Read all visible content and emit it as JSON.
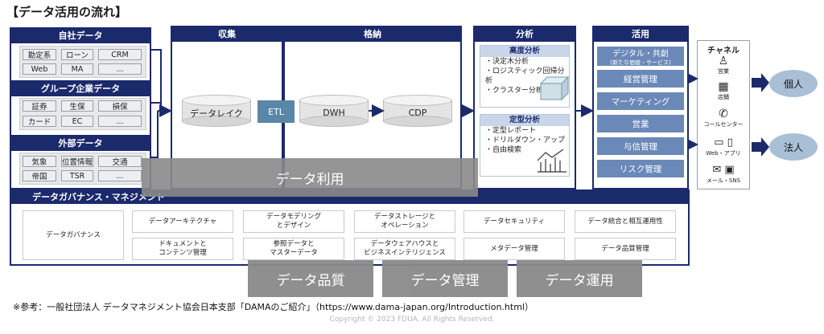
{
  "title": "【データ活用の流れ】",
  "sources": {
    "own": {
      "label": "自社データ",
      "items": [
        "勘定系",
        "ローン",
        "CRM",
        "Web",
        "MA",
        "…"
      ]
    },
    "group": {
      "label": "グループ企業データ",
      "items": [
        "証券",
        "生保",
        "損保",
        "カード",
        "EC",
        "…"
      ]
    },
    "external": {
      "label": "外部データ",
      "items": [
        "気象",
        "位置情報",
        "交通",
        "帝国",
        "TSR",
        "…"
      ]
    }
  },
  "collection": {
    "label": "収集",
    "datalake": "データレイク"
  },
  "storage": {
    "label": "格納",
    "etl": "ETL",
    "dwh": "DWH",
    "cdp": "CDP"
  },
  "analysis": {
    "label": "分析",
    "advanced": {
      "label": "高度分析",
      "items": [
        "・決定木分析",
        "・ロジスティック回帰分析",
        "・クラスター分析"
      ]
    },
    "standard": {
      "label": "定型分析",
      "items": [
        "・定型レポート",
        "・ドリルダウン・アップ",
        "・自由検索"
      ]
    }
  },
  "usage": {
    "label": "活用",
    "items": [
      {
        "label": "デジタル・共創",
        "sub": "(新たな価値・サービス)"
      },
      {
        "label": "経営管理",
        "sub": ""
      },
      {
        "label": "マーケティング",
        "sub": ""
      },
      {
        "label": "営業",
        "sub": ""
      },
      {
        "label": "与信管理",
        "sub": ""
      },
      {
        "label": "リスク管理",
        "sub": ""
      }
    ]
  },
  "channels": {
    "label": "チャネル",
    "items": [
      "営業",
      "店舗",
      "コールセンター",
      "Web・アプリ",
      "メール・SNS"
    ]
  },
  "targets": {
    "individual": "個人",
    "corporate": "法人"
  },
  "overlay": {
    "data_use": "データ利用"
  },
  "governance": {
    "label": "データガバナンス・マネジメント",
    "main": "データガバナンス",
    "cells": [
      "データアーキテクチャ",
      "データモデリング\nとデザイン",
      "データストレージと\nオペレーション",
      "データセキュリティ",
      "データ統合と相互運用性",
      "ドキュメントと\nコンテンツ管理",
      "参照データと\nマスターデータ",
      "データウェアハウスと\nビジネスインテリジェンス",
      "メタデータ管理",
      "データ品質管理"
    ]
  },
  "bottom_bars": [
    "データ品質",
    "データ管理",
    "データ運用"
  ],
  "footnote": "※参考：一般社団法人 データマネジメント協会日本支部「DAMAのご紹介」（https://www.dama-japan.org/Introduction.html）",
  "copyright": "Copyright © 2023 FDUA. All Rights Reserved.",
  "colors": {
    "navy": "#1b2a6b",
    "teal": "#5a86a8",
    "usage": "#6b89b8",
    "oval": "#a9bfd6",
    "gray": "#8a8a8a"
  }
}
